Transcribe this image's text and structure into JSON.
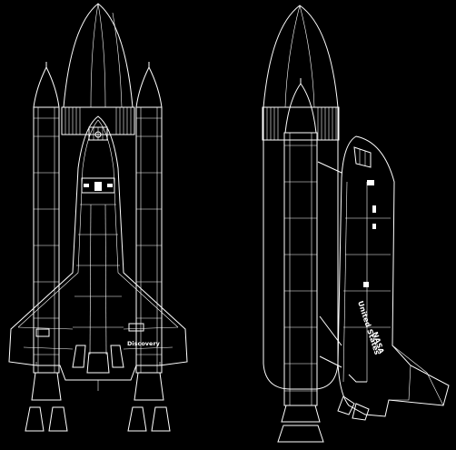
{
  "drawing": {
    "background": "#000000",
    "line_color": "#ffffff",
    "front_view": {
      "orbiter_name": "Discovery"
    },
    "side_view": {
      "operator_label": "United States",
      "agency_label": "NASA"
    }
  }
}
